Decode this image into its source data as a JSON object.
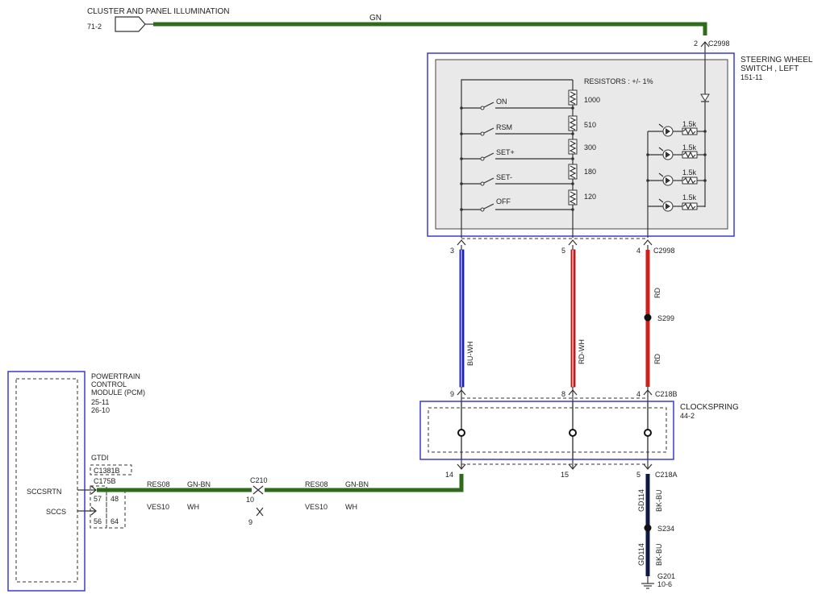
{
  "top": {
    "source_title": "CLUSTER AND PANEL ILLUMINATION",
    "source_ref": "71-2",
    "wire_color": "GN",
    "pin": "2",
    "connector": "C2998"
  },
  "steering_switch": {
    "title_line1": "STEERING WHEEL",
    "title_line2": "SWITCH , LEFT",
    "ref": "151-11",
    "resistor_note": "RESISTORS : +/- 1%",
    "switches": [
      {
        "label": "ON",
        "value": "1000"
      },
      {
        "label": "RSM",
        "value": "510"
      },
      {
        "label": "SET+",
        "value": "300"
      },
      {
        "label": "SET-",
        "value": "180"
      },
      {
        "label": "OFF",
        "value": "120"
      }
    ],
    "led_resistors": [
      "1.5k",
      "1.5k",
      "1.5k",
      "1.5k"
    ]
  },
  "c2998_pins": {
    "p1": "3",
    "p2": "5",
    "p3": "4",
    "connector": "C2998"
  },
  "wires": {
    "w1": "BU-WH",
    "w2": "RD-WH",
    "w3a": "RD",
    "w3b": "RD",
    "splice1": "S299"
  },
  "clockspring": {
    "title": "CLOCKSPRING",
    "ref": "44-2",
    "top_pins": {
      "p1": "9",
      "p2": "8",
      "p3": "4",
      "connector": "C218B"
    },
    "bottom_pins": {
      "p1": "14",
      "p2": "15",
      "p3": "5",
      "connector": "C218A"
    }
  },
  "ground": {
    "circuit": "GD114",
    "color": "BK-BU",
    "splice": "S234",
    "ground": "G201",
    "ground_ref": "10-6"
  },
  "pcm": {
    "title_line1": "POWERTRAIN",
    "title_line2": "CONTROL",
    "title_line3": "MODULE (PCM)",
    "ref1": "25-11",
    "ref2": "26-10",
    "variant": "GTDI",
    "conn_alt": "C1381B",
    "conn": "C175B",
    "pin_a": "SCCSRTN",
    "pin_b": "SCCS",
    "pins": {
      "a1": "57",
      "a2": "48",
      "b1": "56",
      "b2": "64"
    }
  },
  "harness": {
    "res_circuit": "RES08",
    "res_color": "GN-BN",
    "ves_circuit": "VES10",
    "ves_color": "WH",
    "c210": "C210",
    "c210_pin_a": "10",
    "c210_pin_b": "9",
    "res_circuit2": "RES08",
    "res_color2": "GN-BN",
    "ves_circuit2": "VES10",
    "ves_color2": "WH"
  }
}
